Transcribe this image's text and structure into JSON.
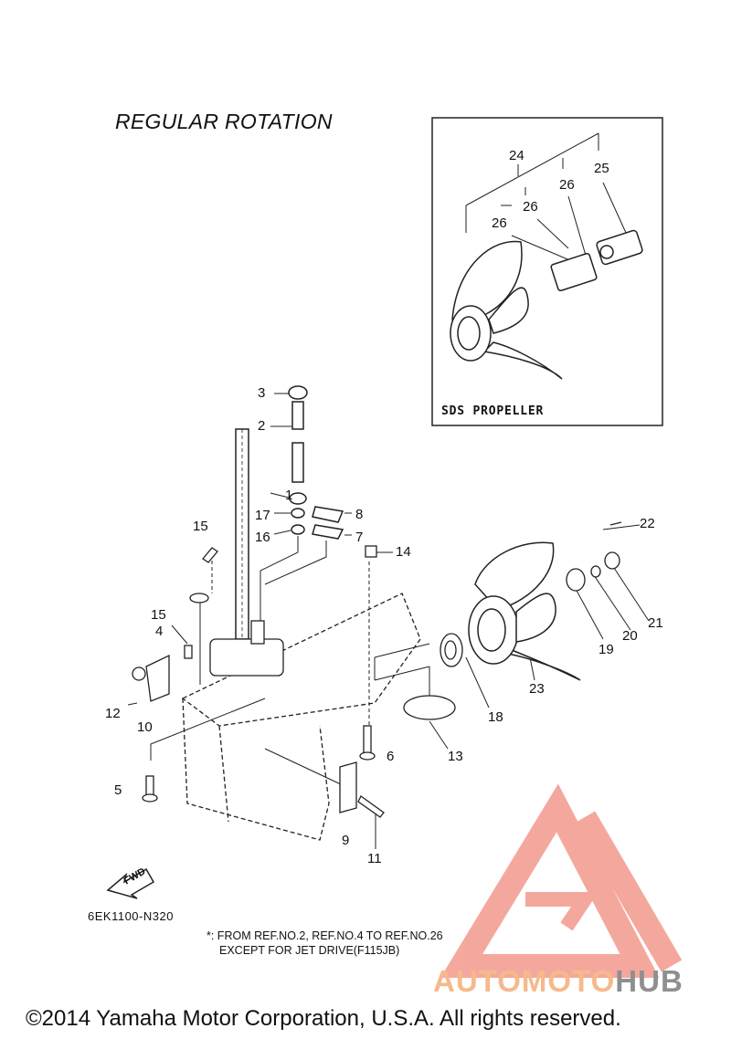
{
  "page": {
    "title": "REGULAR ROTATION",
    "diagram_code": "6EK1100-N320",
    "note_line1": "*: FROM REF.NO.2, REF.NO.4 TO REF.NO.26",
    "note_line2": "EXCEPT FOR JET DRIVE(F115JB)",
    "copyright": "©2014 Yamaha Motor Corporation, U.S.A. All rights reserved."
  },
  "inset": {
    "label": "SDS PROPELLER"
  },
  "fwd_label": "FWD",
  "watermark": {
    "part1": "AUTOMOTO",
    "part2": "HUB",
    "colors": [
      "#f39a8c",
      "#f6b98c",
      "#8f8f8f"
    ]
  },
  "callouts": [
    "1",
    "2",
    "3",
    "4",
    "5",
    "6",
    "7",
    "8",
    "9",
    "10",
    "11",
    "12",
    "13",
    "14",
    "15",
    "15",
    "16",
    "17",
    "18",
    "19",
    "20",
    "21",
    "22",
    "23",
    "24",
    "25",
    "26",
    "26",
    "26"
  ]
}
